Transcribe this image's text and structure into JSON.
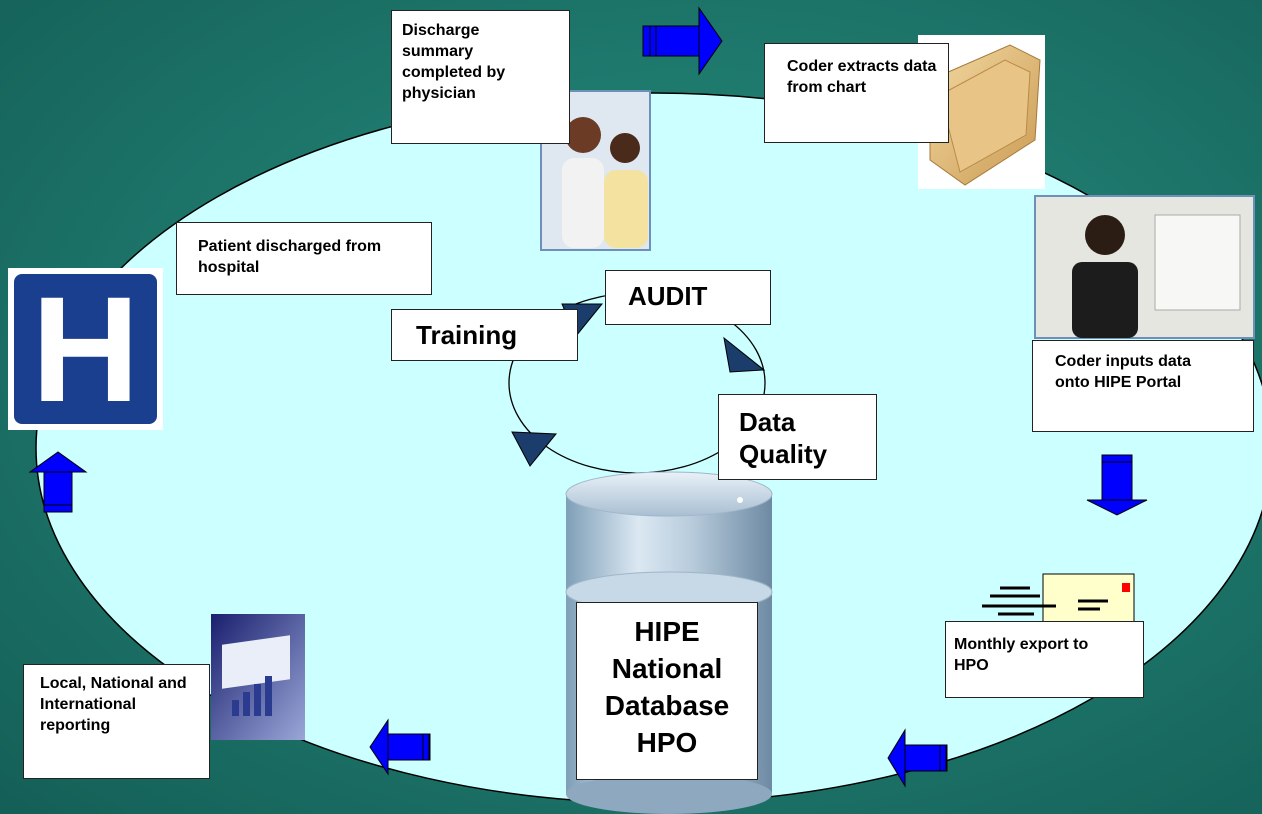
{
  "diagram": {
    "boxes": {
      "discharge_summary": "Discharge summary completed by physician",
      "coder_extracts": "Coder extracts data from chart",
      "patient_discharged": "Patient discharged from hospital",
      "coder_inputs": "Coder inputs data onto HIPE Portal",
      "monthly_export": "Monthly export to HPO",
      "reporting": "Local, National and International reporting",
      "audit": "AUDIT",
      "training": "Training",
      "data_quality": "Data Quality",
      "database": "HIPE National Database HPO"
    },
    "hospital_sign_letter": "H",
    "colors": {
      "background": "#1f7a6e",
      "ellipse_fill": "#ccffff",
      "arrow_fill": "#0000ff",
      "hospital_sign": "#1b3f8f"
    }
  }
}
